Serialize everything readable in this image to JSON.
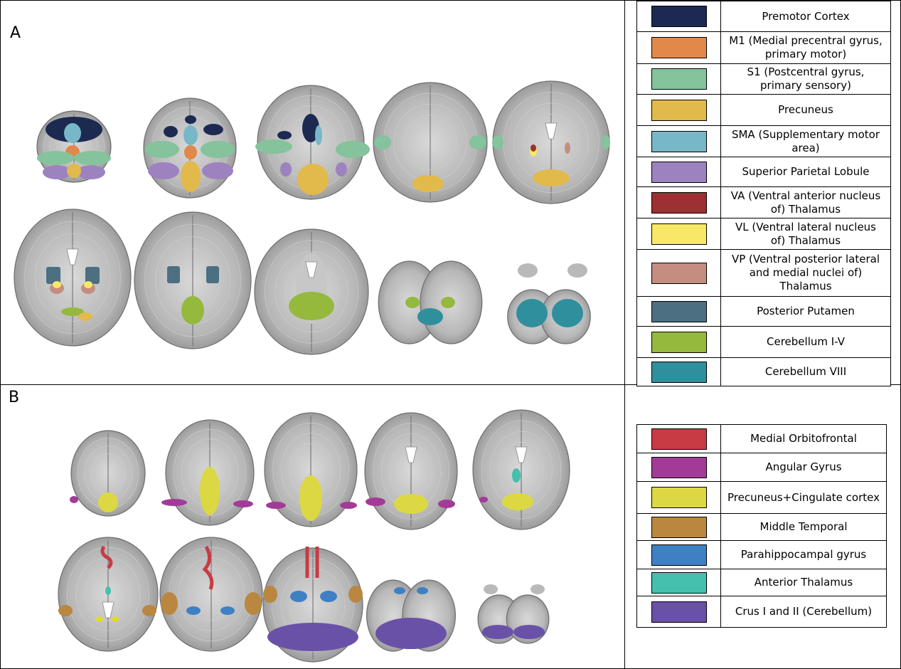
{
  "panels": [
    {
      "letter": "A",
      "legend": [
        {
          "label": "Premotor Cortex",
          "color": "#1c2a52"
        },
        {
          "label": "M1 (Medial precentral gyrus, primary motor)",
          "color": "#e0894a"
        },
        {
          "label": "S1 (Postcentral gyrus, primary sensory)",
          "color": "#84c39b"
        },
        {
          "label": "Precuneus",
          "color": "#e2b94b"
        },
        {
          "label": "SMA (Supplementary motor area)",
          "color": "#78b7c7"
        },
        {
          "label": "Superior Parietal Lobule",
          "color": "#9d82c0"
        },
        {
          "label": "VA (Ventral anterior nucleus of) Thalamus",
          "color": "#9c3032"
        },
        {
          "label": "VL (Ventral lateral nucleus of) Thalamus",
          "color": "#f9e865"
        },
        {
          "label": "VP (Ventral posterior lateral and medial nuclei of) Thalamus",
          "color": "#c48d80"
        },
        {
          "label": "Posterior Putamen",
          "color": "#4c6f81"
        },
        {
          "label": "Cerebellum I-V",
          "color": "#94b93d"
        },
        {
          "label": "Cerebellum VIII",
          "color": "#2f8f9c"
        }
      ]
    },
    {
      "letter": "B",
      "legend": [
        {
          "label": "Medial Orbitofrontal",
          "color": "#c83b44"
        },
        {
          "label": "Angular Gyrus",
          "color": "#a33a98"
        },
        {
          "label": "Precuneus+Cingulate cortex",
          "color": "#dcd843"
        },
        {
          "label": "Middle Temporal",
          "color": "#b9873f"
        },
        {
          "label": "Parahippocampal gyrus",
          "color": "#3f80c4"
        },
        {
          "label": "Anterior Thalamus",
          "color": "#45bfae"
        },
        {
          "label": "Crus I and II (Cerebellum)",
          "color": "#6a51a8"
        }
      ]
    }
  ]
}
